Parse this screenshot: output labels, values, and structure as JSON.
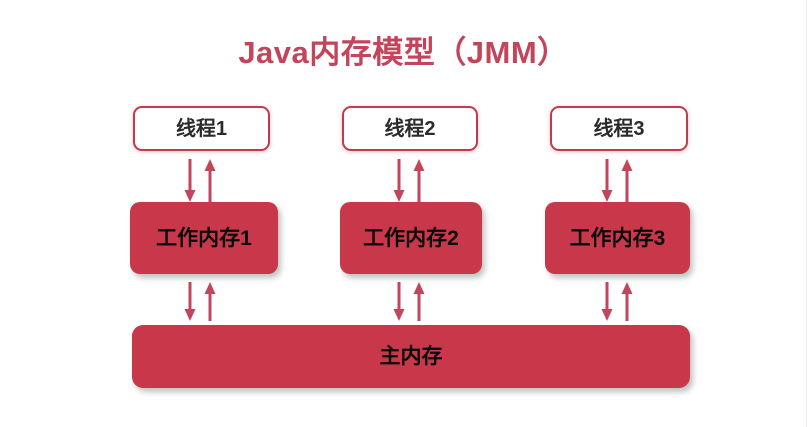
{
  "diagram": {
    "title": "Java内存模型（JMM）",
    "title_color": "#c2455c",
    "accent_color": "#c9384a",
    "outline_color": "#bf3b4e",
    "background_color": "#ffffff",
    "columns": [
      {
        "thread_label": "线程1",
        "working_memory_label": "工作内存1"
      },
      {
        "thread_label": "线程2",
        "working_memory_label": "工作内存2"
      },
      {
        "thread_label": "线程3",
        "working_memory_label": "工作内存3"
      }
    ],
    "main_memory_label": "主内存",
    "arrows": {
      "down_icon": "arrow-down-icon",
      "up_icon": "arrow-up-icon"
    }
  }
}
